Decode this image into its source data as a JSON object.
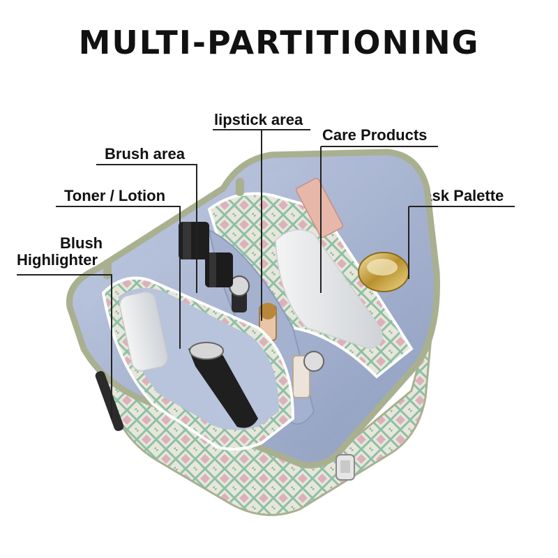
{
  "title": "MULTI-PARTITIONING",
  "labels": {
    "lipstick": "lipstick area",
    "care": "Care Products",
    "brush": "Brush area",
    "toner": "Toner / Lotion",
    "mask": "Mask Palette",
    "blush": "Blush",
    "highlighter": "Highlighter"
  },
  "colors": {
    "lining": "#a9b6d2",
    "lining_dark": "#8c9abb",
    "trim": "#a9b090",
    "pattern_green": "#8cc0a6",
    "pattern_pink": "#d8a4b3",
    "pattern_cream": "#e8e6da",
    "leader_line": "#222222"
  },
  "icons": [
    "cosmetic-bag-illustration",
    "zipper-pull-icon"
  ]
}
